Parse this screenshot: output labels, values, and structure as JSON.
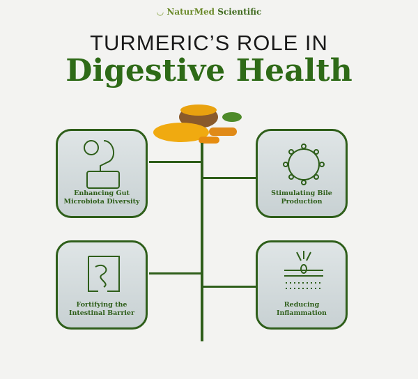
{
  "brand": {
    "name_part1": "NaturMed",
    "name_part2": "Scientific"
  },
  "title": {
    "line1": "TURMERIC’S ROLE IN",
    "line2": "Digestive Health"
  },
  "cards": [
    {
      "label1": "Enhancing Gut",
      "label2": "Microbiota Diversity",
      "icon": "stomach-microbe-icon"
    },
    {
      "label1": "Stimulating Bile",
      "label2": "Production",
      "icon": "molecule-ring-icon"
    },
    {
      "label1": "Fortifying the",
      "label2": "Intestinal Barrier",
      "icon": "intestine-icon"
    },
    {
      "label1": "Reducing",
      "label2": "Inflammation",
      "icon": "skin-layer-icon"
    }
  ],
  "colors": {
    "green": "#2e5e1a",
    "accent": "#e9a20f"
  }
}
